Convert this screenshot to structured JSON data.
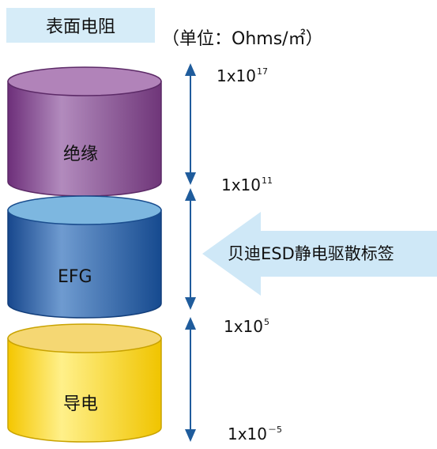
{
  "header": {
    "title": "表面电阻",
    "unit": "（单位：Ohms/㎡）"
  },
  "layers": [
    {
      "label": "绝缘"
    },
    {
      "label": "EFG"
    },
    {
      "label": "导电"
    }
  ],
  "scale": [
    {
      "base": "1x10",
      "exp": "17"
    },
    {
      "base": "1x10",
      "exp": "11"
    },
    {
      "base": "1x10",
      "exp": "5"
    },
    {
      "base": "1x10",
      "exp": "－5"
    }
  ],
  "callout": {
    "text": "贝迪ESD静电驱散标签"
  },
  "colors": {
    "insulating": "#8e4f96",
    "dissipative": "#2a67b1",
    "conductive": "#f2cf22",
    "arrow": "#1f5c9c",
    "callout": "#cfe8f7"
  }
}
